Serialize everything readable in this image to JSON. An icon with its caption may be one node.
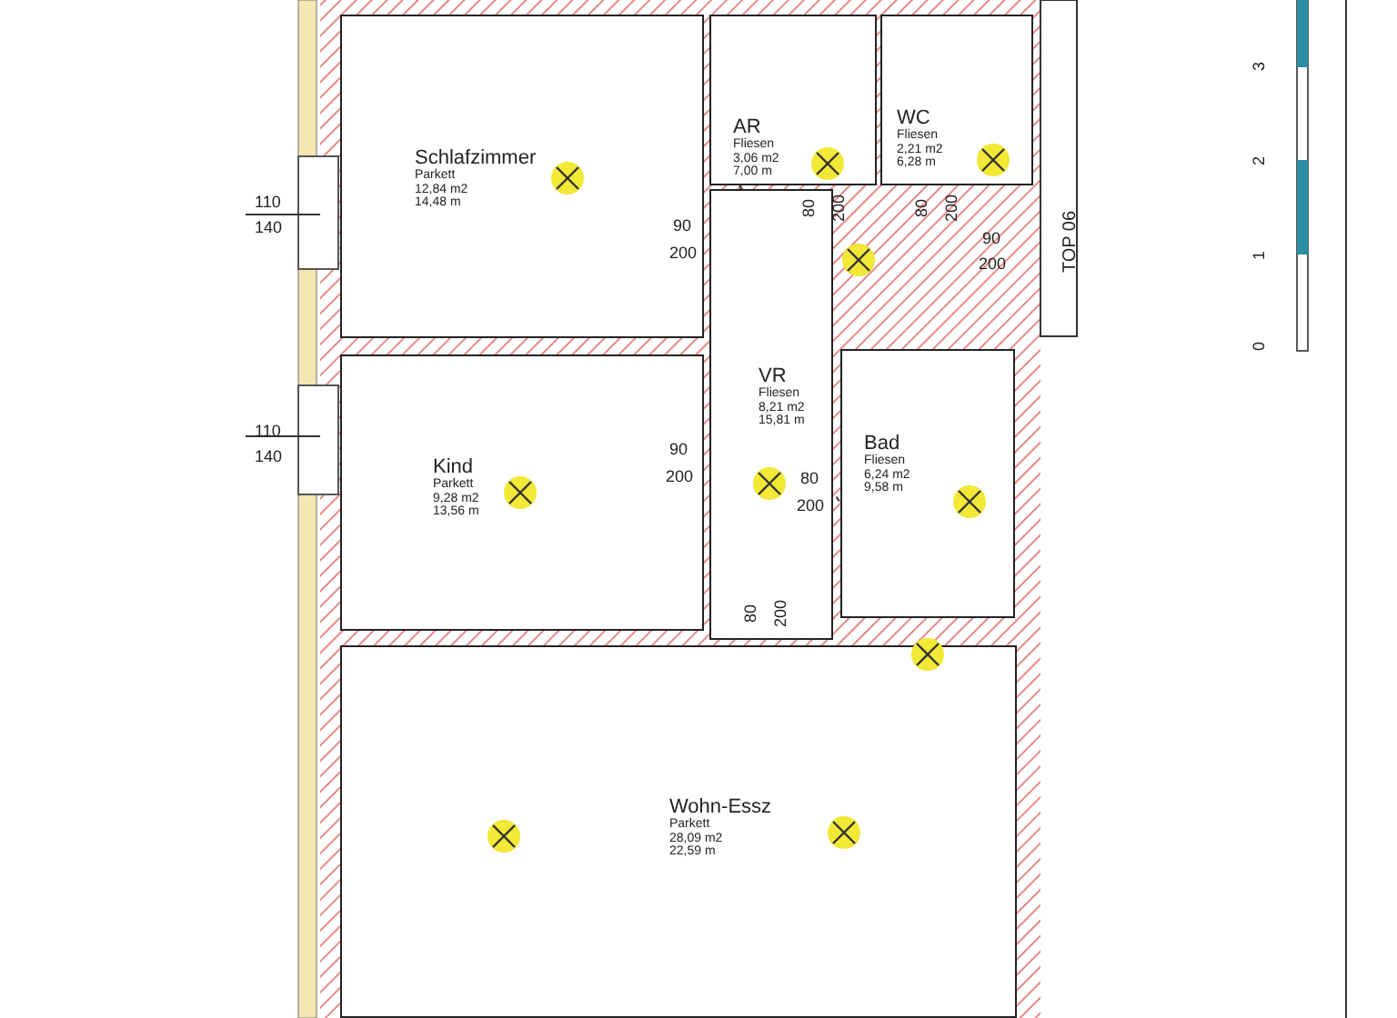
{
  "diagram": {
    "nodes": [
      {
        "text": [
          "Schlafzimmer",
          "Parkett 12,84 m2 14,48 m"
        ]
      },
      {
        "text": [
          "AR",
          "Fliesen 3,06 m2 7,00 m"
        ]
      },
      {
        "text": [
          "WC",
          "Fliesen 2,21 m2 6,28 m"
        ]
      },
      {
        "text": [
          "VR",
          "Fliesen 8,21 m2 15,81 m"
        ]
      },
      {
        "text": [
          "Bad",
          "Fliesen 6,24 m2 9,58 m"
        ]
      },
      {
        "text": [
          "Kind",
          "Parkett 9,28 m2 13,56 m"
        ]
      },
      {
        "text": [
          "Wohn-Essz",
          "Parkett 28,09 m2 22,59 m"
        ]
      }
    ],
    "edges": [],
    "labels": [
      "3",
      "2",
      "TOP 06",
      "1",
      "0",
      "110",
      "140",
      "90",
      "200",
      "80",
      "200",
      "80",
      "200",
      "90",
      "200",
      "110",
      "140",
      "90",
      "200",
      "80",
      "200",
      "80",
      "200"
    ]
  }
}
